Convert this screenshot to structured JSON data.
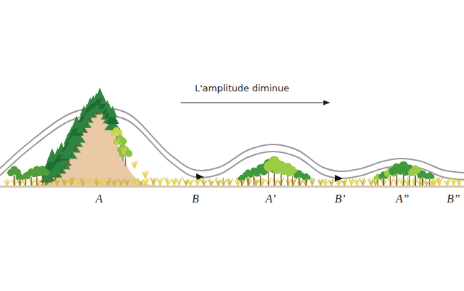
{
  "diagram": {
    "labels": [
      "L'amplitude diminue",
      "A",
      "B",
      "A’",
      "B’",
      "A”",
      "B”"
    ]
  }
}
